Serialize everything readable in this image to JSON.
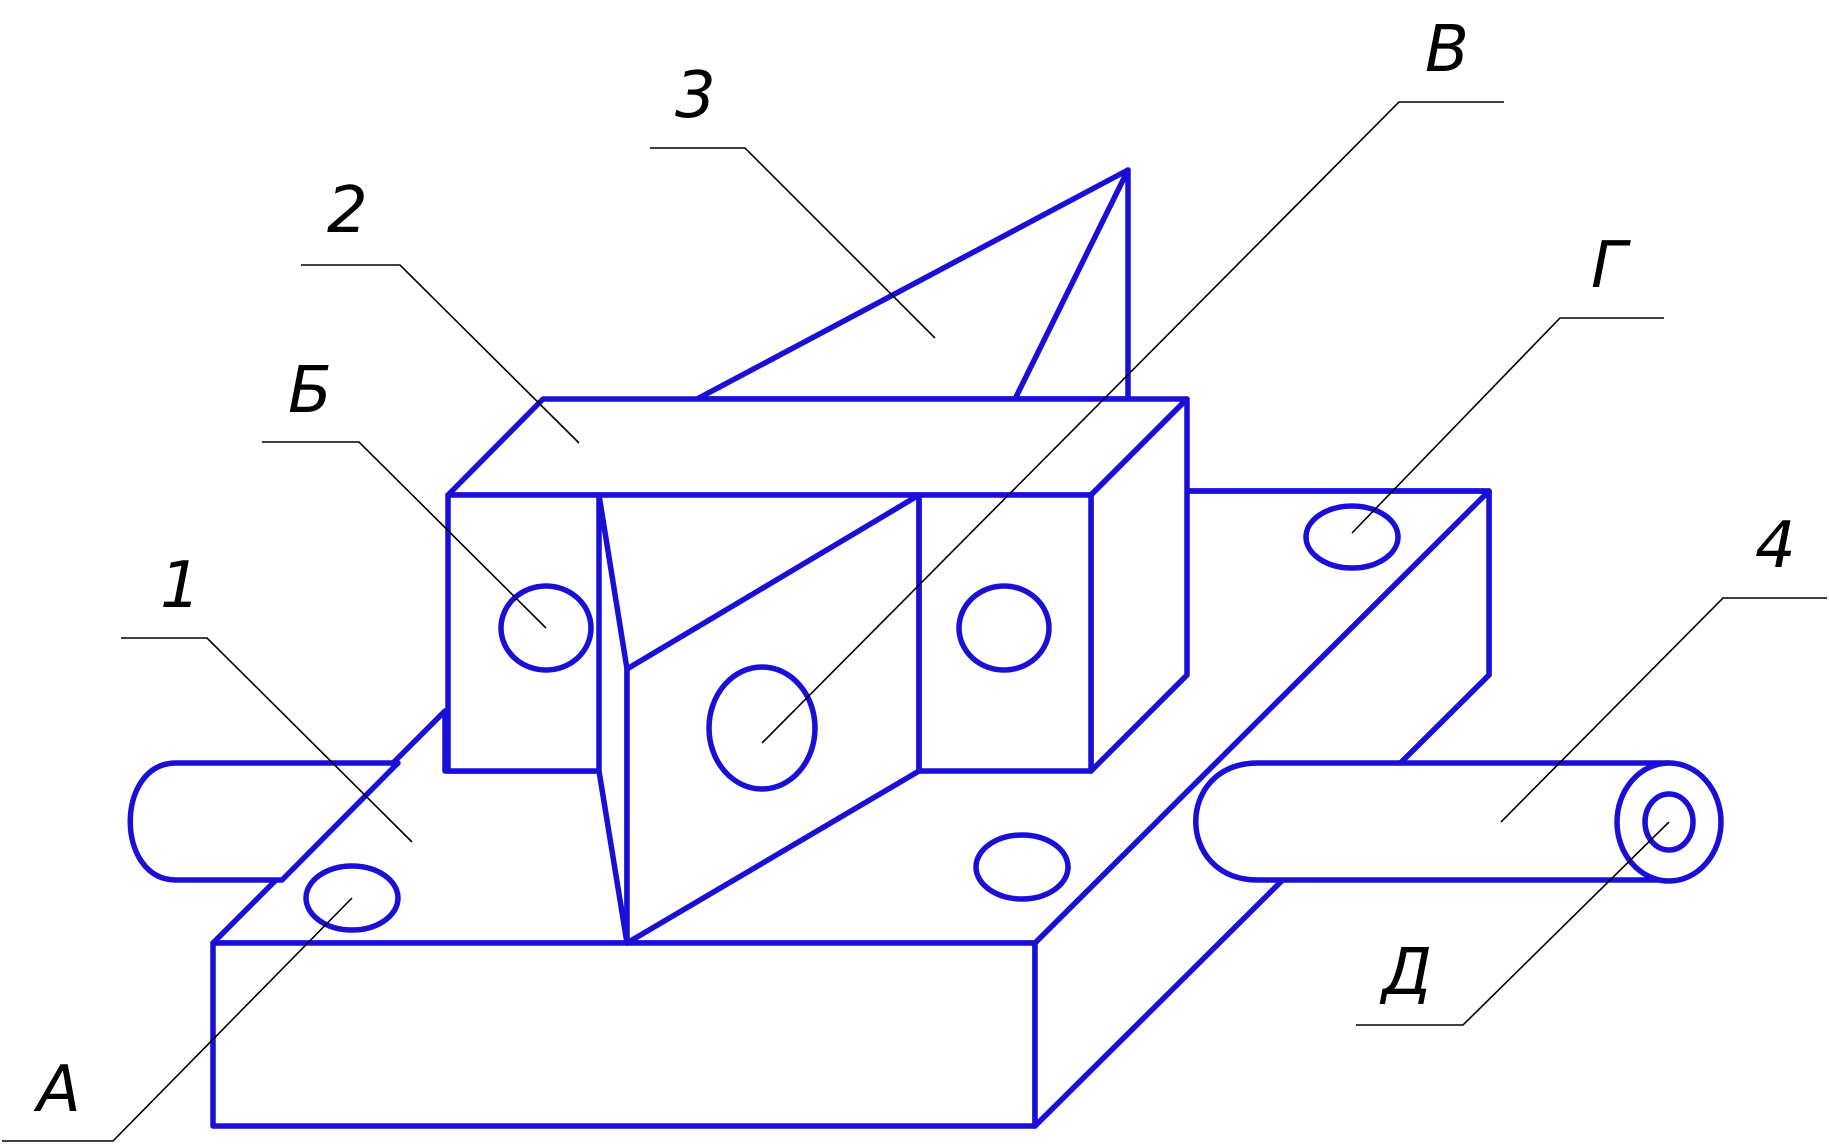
{
  "colors": {
    "line": "#1a0fd6",
    "leader": "#000000",
    "background": "#ffffff"
  },
  "labels": {
    "part_1": "1",
    "part_2": "2",
    "part_3": "3",
    "part_4": "4",
    "a": "А",
    "b": "Б",
    "v": "В",
    "g": "Г",
    "d": "Д"
  }
}
